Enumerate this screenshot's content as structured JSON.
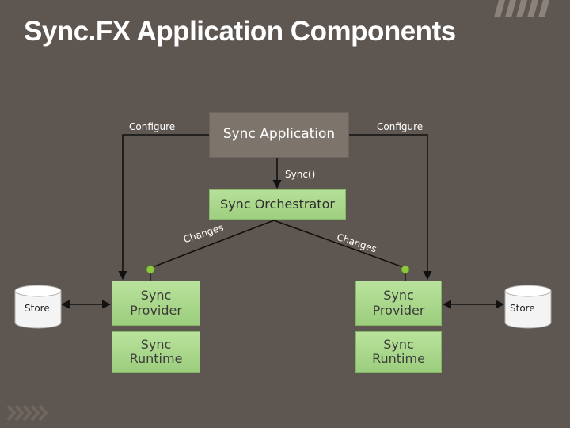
{
  "title": "Sync.FX Application Components",
  "labels": {
    "configure_left": "Configure",
    "configure_right": "Configure",
    "sync_call": "Sync()",
    "changes_left": "Changes",
    "changes_right": "Changes",
    "store_left": "Store",
    "store_right": "Store"
  },
  "boxes": {
    "sync_application": "Sync Application",
    "sync_orchestrator": "Sync Orchestrator",
    "provider_left_line1": "Sync",
    "provider_left_line2": "Provider",
    "runtime_left_line1": "Sync",
    "runtime_left_line2": "Runtime",
    "provider_right_line1": "Sync",
    "provider_right_line2": "Provider",
    "runtime_right_line1": "Sync",
    "runtime_right_line2": "Runtime"
  },
  "colors": {
    "background": "#5e5650",
    "component_green": "#a8d68a",
    "application_box": "#7d746b",
    "connector_dot": "#8dc63f",
    "store_cylinder": "#f4f4f4"
  },
  "icons": [
    "store-cylinder-icon",
    "stripes-decoration-icon",
    "chevrons-decoration-icon"
  ]
}
